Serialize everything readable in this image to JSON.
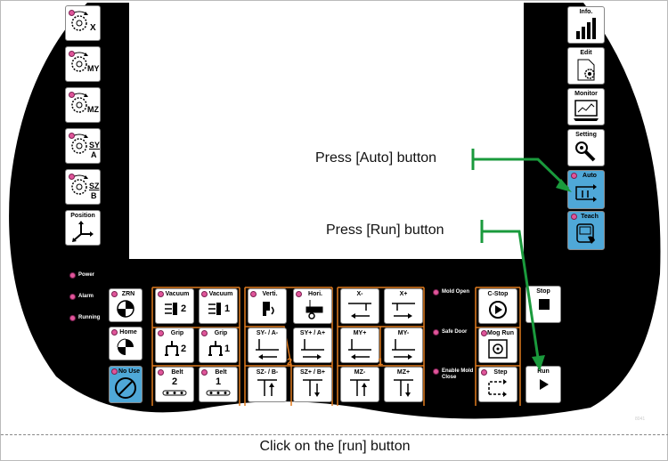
{
  "left_buttons": [
    {
      "label": "X",
      "icon": "rotate-dial-icon"
    },
    {
      "label": "MY",
      "icon": "rotate-dial-icon"
    },
    {
      "label": "MZ",
      "icon": "rotate-dial-icon"
    },
    {
      "label": "SY",
      "sub": "A",
      "icon": "rotate-dial-icon"
    },
    {
      "label": "SZ",
      "sub": "B",
      "icon": "rotate-dial-icon"
    },
    {
      "label": "Position",
      "icon": "axes-icon"
    }
  ],
  "right_buttons": [
    {
      "label": "Info.",
      "icon": "bar-chart-icon"
    },
    {
      "label": "Edit",
      "icon": "edit-gear-icon"
    },
    {
      "label": "Monitor",
      "icon": "monitor-icon"
    },
    {
      "label": "Setting",
      "icon": "wrench-icon"
    },
    {
      "label": "Auto",
      "icon": "auto-cycle-icon"
    },
    {
      "label": "Teach",
      "icon": "teach-pendant-icon"
    }
  ],
  "status_leds": [
    "Power",
    "Alarm",
    "Running"
  ],
  "keypad": {
    "zrn": "ZRN",
    "home": "Home",
    "no_use": "No Use",
    "vacuum2": {
      "label": "Vacuum",
      "num": "2"
    },
    "vacuum1": {
      "label": "Vacuum",
      "num": "1"
    },
    "grip2": {
      "label": "Grip",
      "num": "2"
    },
    "grip1": {
      "label": "Grip",
      "num": "1"
    },
    "belt2": {
      "label": "Belt",
      "num": "2"
    },
    "belt1": {
      "label": "Belt",
      "num": "1"
    },
    "verti": "Verti.",
    "hori": "Hori.",
    "sy_minus": "SY- / A-",
    "sy_plus": "SY+ / A+",
    "sz_minus": "SZ- / B-",
    "sz_plus": "SZ+ / B+",
    "x_minus": "X-",
    "x_plus": "X+",
    "my_plus": "MY+",
    "my_minus": "MY-",
    "mz_minus": "MZ-",
    "mz_plus": "MZ+",
    "group2": "2",
    "group1": "1"
  },
  "mode_labels": {
    "mold_open": "Mold Open",
    "safe_door": "Safe Door",
    "enable_mold_close": "Enable Mold Close"
  },
  "mode_buttons": {
    "cstop": "C-Stop",
    "mog_run": "Mog Run",
    "step": "Step",
    "stop": "Stop",
    "run": "Run"
  },
  "callouts": {
    "auto": "Press [Auto] button",
    "run": "Press [Run] button"
  },
  "instruction": "Click on the [run] button",
  "code": "8041",
  "colors": {
    "panel": "#000000",
    "accent_blue": "#4fa8d8",
    "led_pink": "#e0559a",
    "orange_line": "#e07a1e",
    "arrow_green": "#1a9a3c"
  }
}
